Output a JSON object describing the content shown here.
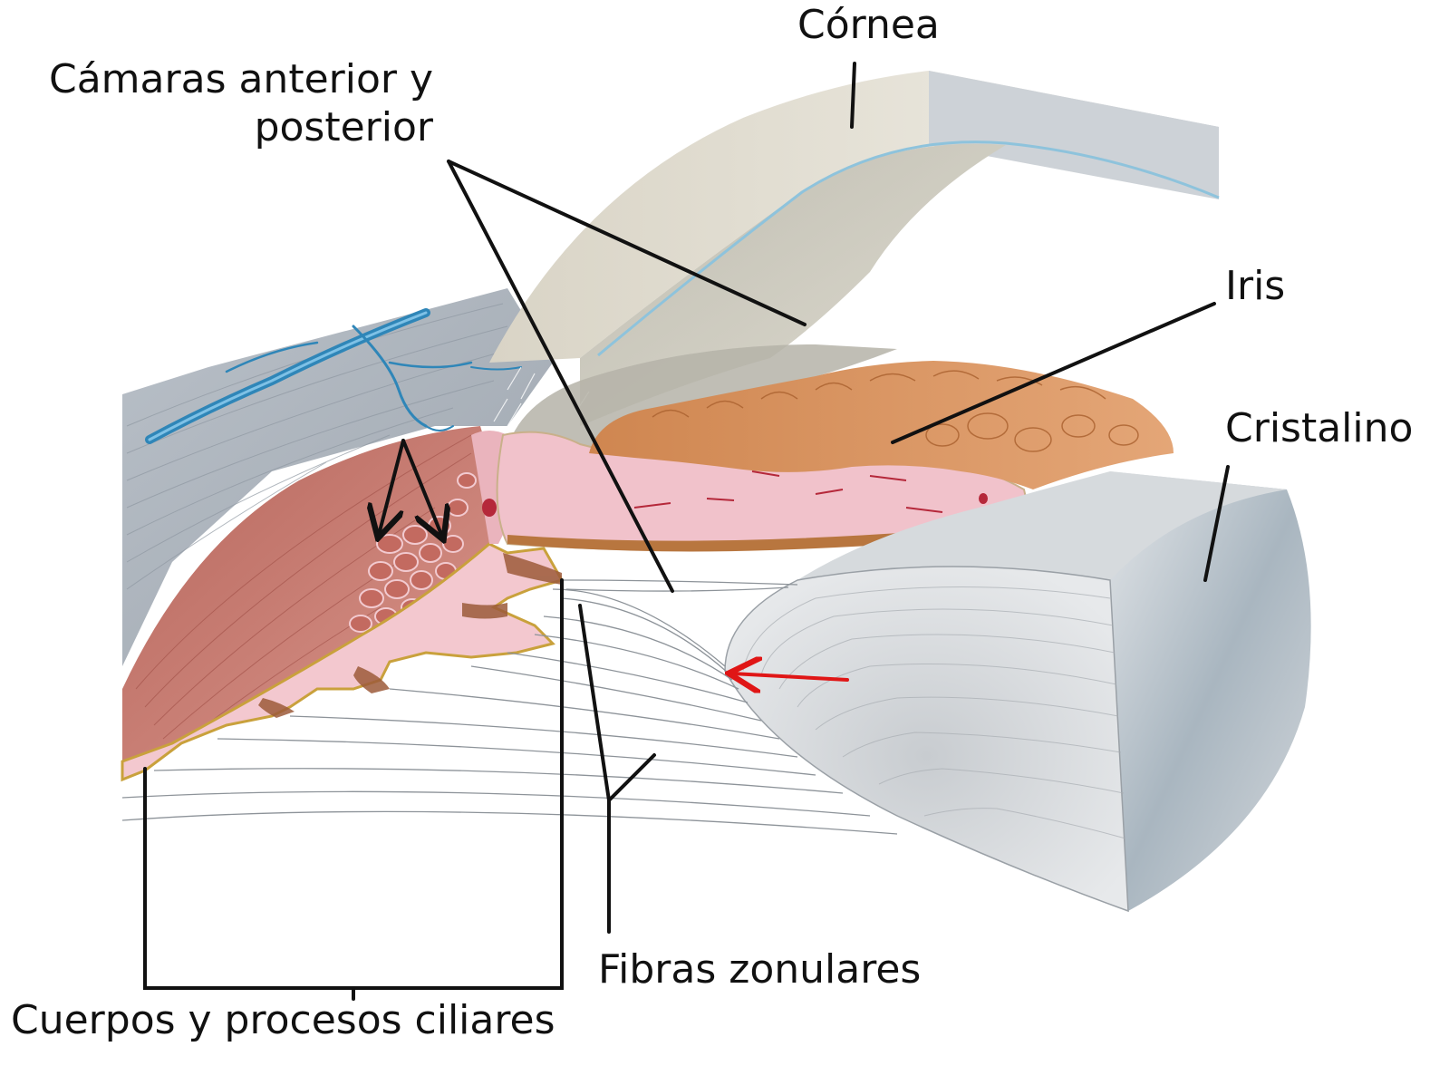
{
  "labels": {
    "cornea": "Córnea",
    "camaras_line1": "Cámaras anterior y",
    "camaras_line2": "posterior",
    "iris": "Iris",
    "cristalino": "Cristalino",
    "fibras": "Fibras zonulares",
    "cuerpos": "Cuerpos y procesos ciliares"
  },
  "colors": {
    "leader_line": "#111111",
    "red_arrow": "#e01616",
    "cornea": "#e6e2d6",
    "sclera": "#aeb6bf",
    "ciliary_muscle": "#c7766a",
    "ciliary_body": "#f2cad0",
    "iris_front": "#d8915e",
    "iris_stroma": "#f2c7cf",
    "lens": "#dcdfe2",
    "vein": "#2f86b8"
  }
}
